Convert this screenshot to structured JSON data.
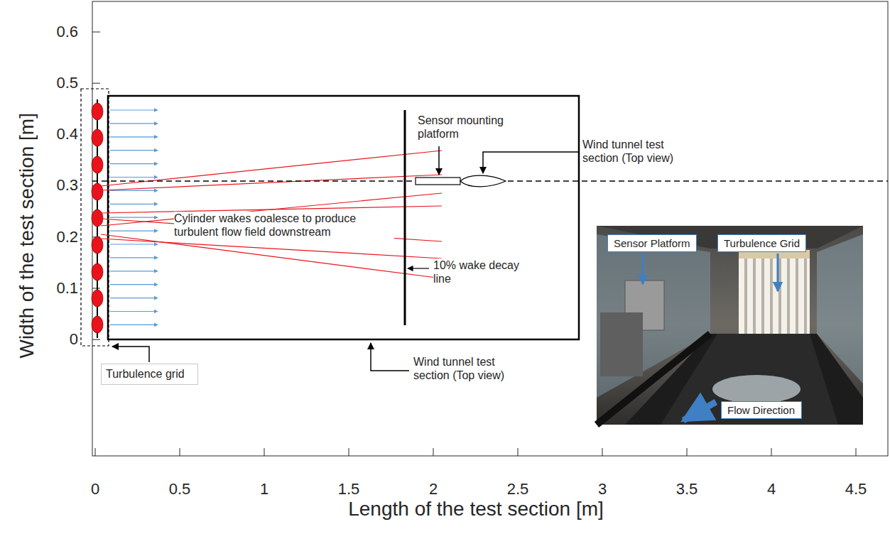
{
  "diagram": {
    "nodes": [
      {
        "text": [
          "Turbulence grid"
        ]
      },
      {
        "text": [
          "Sensor Platform"
        ]
      },
      {
        "text": [
          "Turbulence Grid"
        ]
      },
      {
        "text": [
          "Flow Direction"
        ]
      }
    ],
    "labels": [
      "Width of the test section [m]",
      "Length of the test section [m]",
      "0.6",
      "0.5",
      "0.4",
      "0.3",
      "0.2",
      "0.1",
      "0",
      "0",
      "0.5",
      "1",
      "1.5",
      "2",
      "2.5",
      "3",
      "3.5",
      "4",
      "4.5",
      "Sensor mounting platform",
      "Wind tunnel test section (Top view)",
      "Cylinder wakes coalesce to produce turbulent flow field downstream",
      "10% wake decay line",
      "Wind tunnel test section (Top view)"
    ]
  }
}
